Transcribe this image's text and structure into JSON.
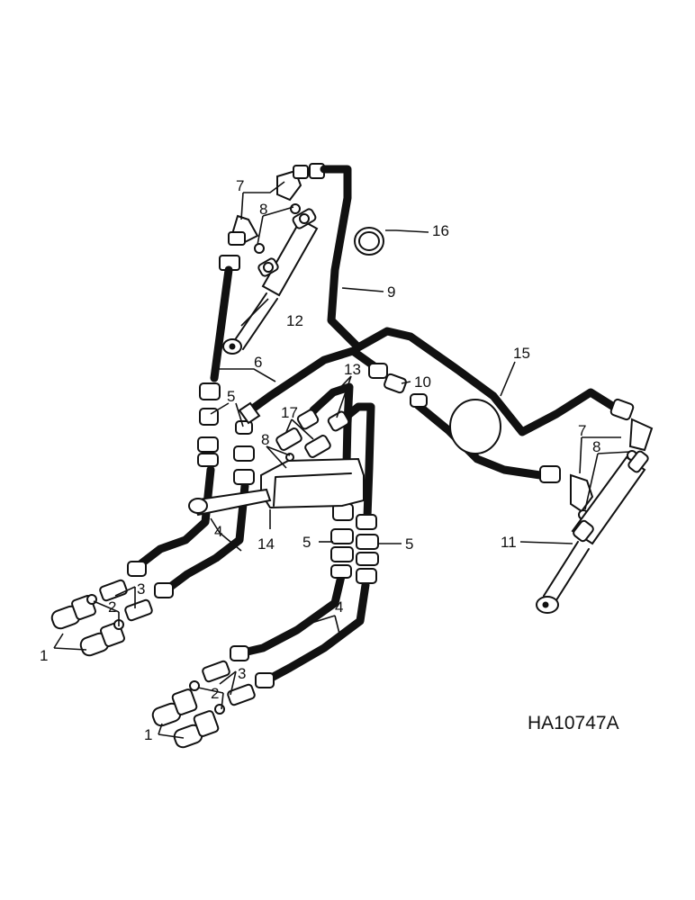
{
  "figure_code": "HA10747A",
  "callouts": {
    "c1a": "1",
    "c1b": "1",
    "c2a": "2",
    "c2b": "2",
    "c3a": "3",
    "c3b": "3",
    "c4a": "4",
    "c4b": "4",
    "c5a": "5",
    "c5b": "5",
    "c5c": "5",
    "c6": "6",
    "c7a": "7",
    "c7b": "7",
    "c8a": "8",
    "c8b": "8",
    "c8c": "8",
    "c9": "9",
    "c10": "10",
    "c11": "11",
    "c12": "12",
    "c13": "13",
    "c14": "14",
    "c15": "15",
    "c16": "16",
    "c17": "17"
  }
}
